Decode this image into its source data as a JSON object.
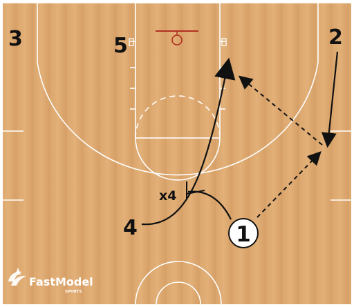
{
  "colors": {
    "court_base": "#d9a36a",
    "court_lines": "#ffffff",
    "hoop": "#b03020",
    "ink": "#111111",
    "logo": "#ffffff"
  },
  "players": {
    "p1": "1",
    "p2": "2",
    "p3": "3",
    "p4": "4",
    "p5": "5"
  },
  "defender": "x4",
  "logo": {
    "brand": "FastModel",
    "sub": "SPORTS"
  }
}
